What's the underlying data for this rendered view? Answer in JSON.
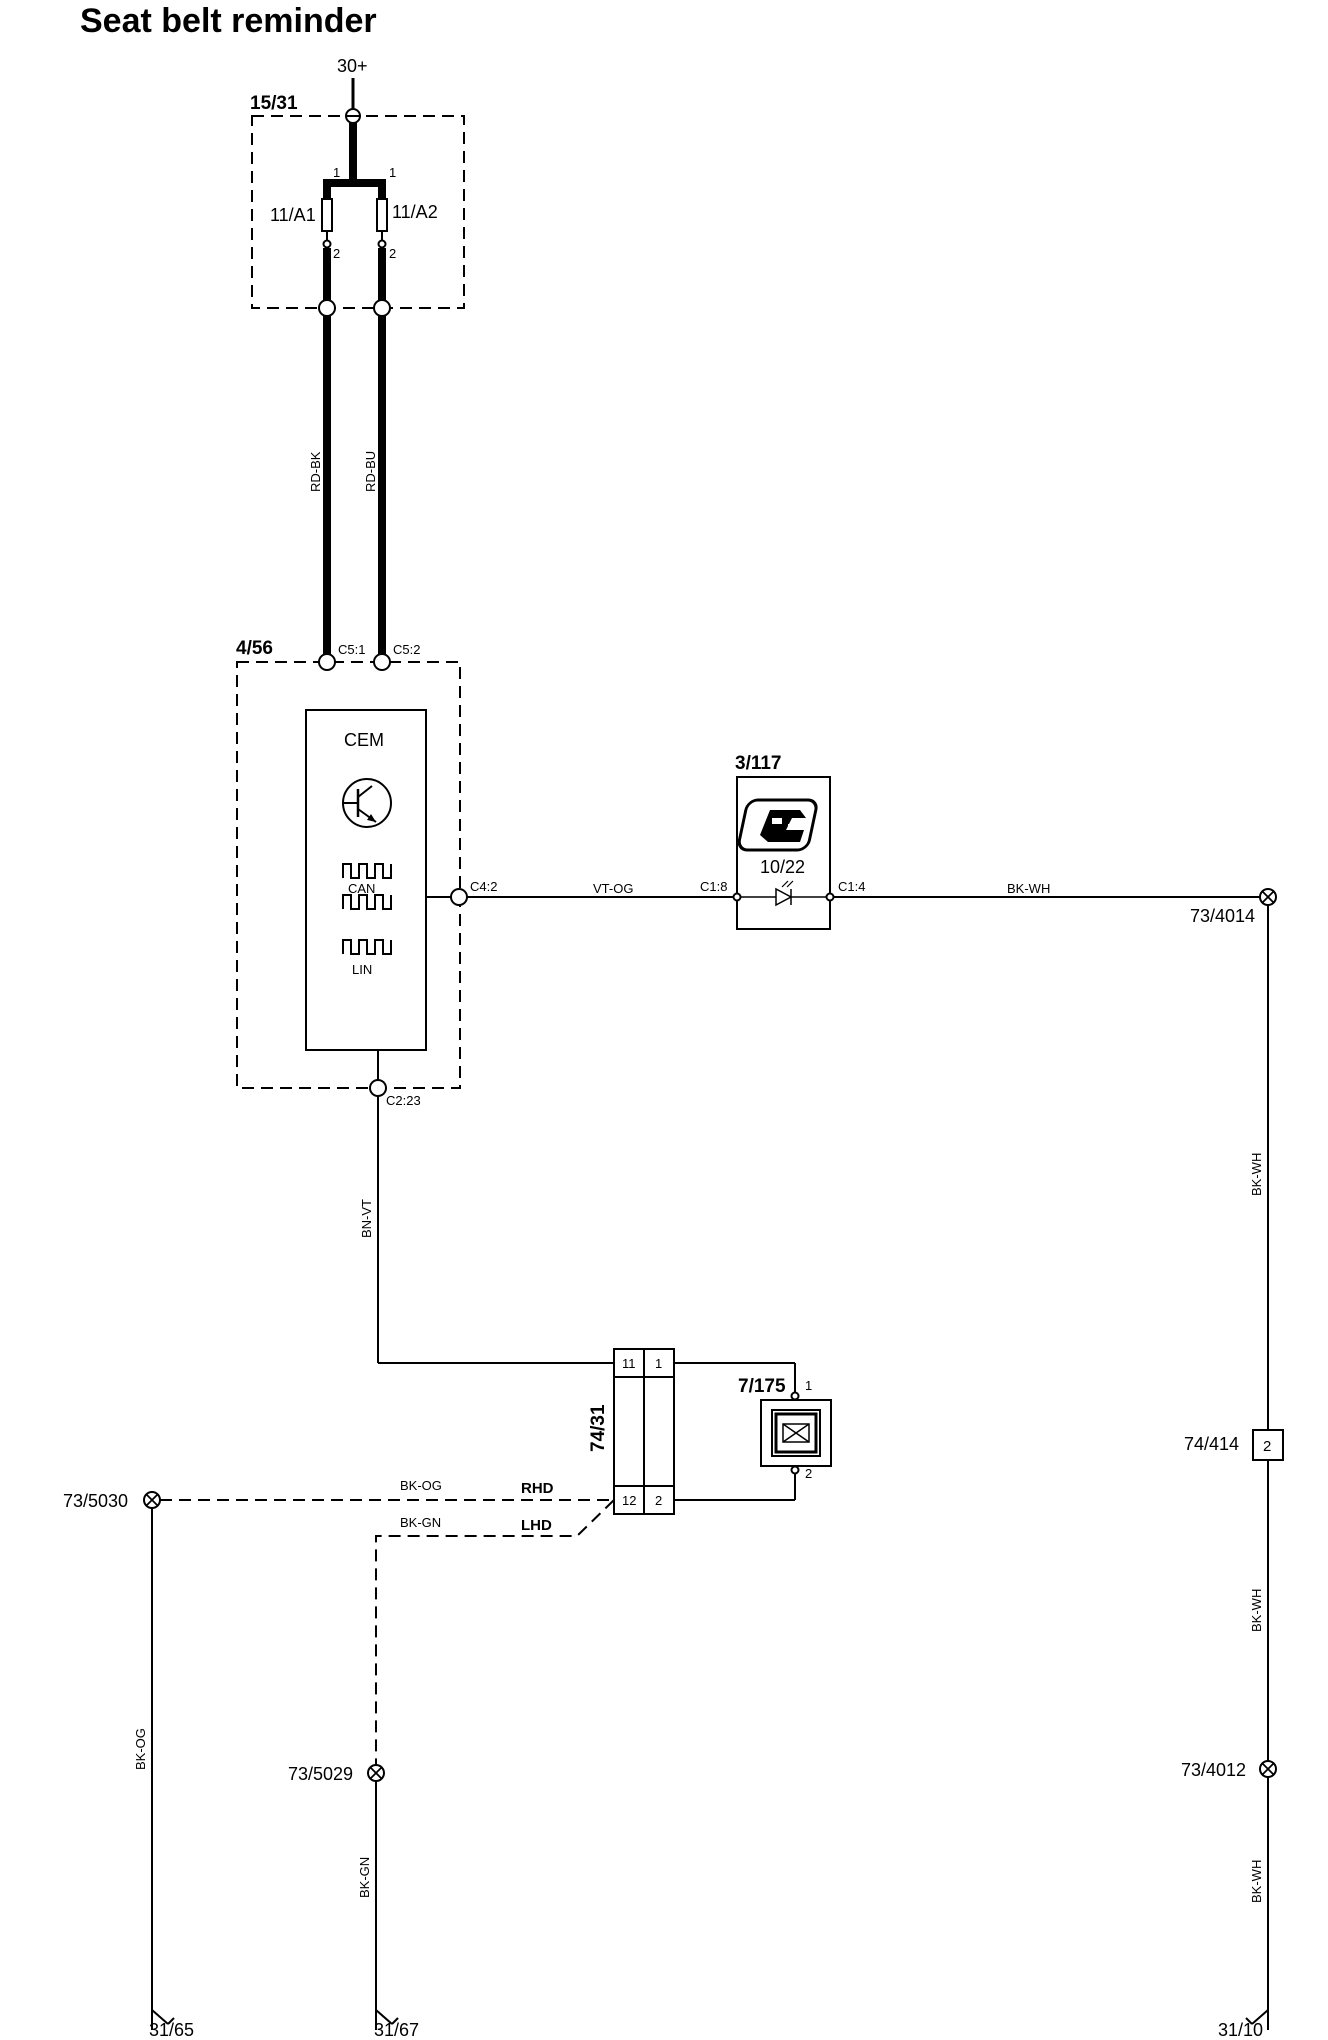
{
  "title": "Seat belt reminder",
  "supply": "30+",
  "fuse_box": {
    "id": "15/31",
    "fuse1": "11/A1",
    "fuse2": "11/A2",
    "pin_in_1": "1",
    "pin_in_2": "1",
    "pin_out_1": "2",
    "pin_out_2": "2"
  },
  "wires": {
    "rd_bk": "RD-BK",
    "rd_bu": "RD-BU",
    "vt_og": "VT-OG",
    "bk_wh": "BK-WH",
    "bn_vt": "BN-VT",
    "bk_og": "BK-OG",
    "bk_gn": "BK-GN"
  },
  "cem": {
    "id": "4/56",
    "label": "CEM",
    "can": "CAN",
    "lin": "LIN",
    "c5_1": "C5:1",
    "c5_2": "C5:2",
    "c4_2": "C4:2",
    "c2_23": "C2:23"
  },
  "indicator": {
    "id": "3/117",
    "code": "10/22",
    "c1_8": "C1:8",
    "c1_4": "C1:4"
  },
  "connector": {
    "id": "74/31",
    "pins": [
      "11",
      "1",
      "12",
      "2"
    ]
  },
  "buckle_switch": {
    "id": "7/175",
    "pin1": "1",
    "pin2": "2"
  },
  "variants": {
    "rhd": "RHD",
    "lhd": "LHD"
  },
  "ground_points": {
    "g4014": "73/4014",
    "g5030": "73/5030",
    "g5029": "73/5029",
    "g4012": "73/4012"
  },
  "connector_414": {
    "id": "74/414",
    "pin": "2"
  },
  "grounds": {
    "g65": "31/65",
    "g67": "31/67",
    "g10": "31/10"
  }
}
